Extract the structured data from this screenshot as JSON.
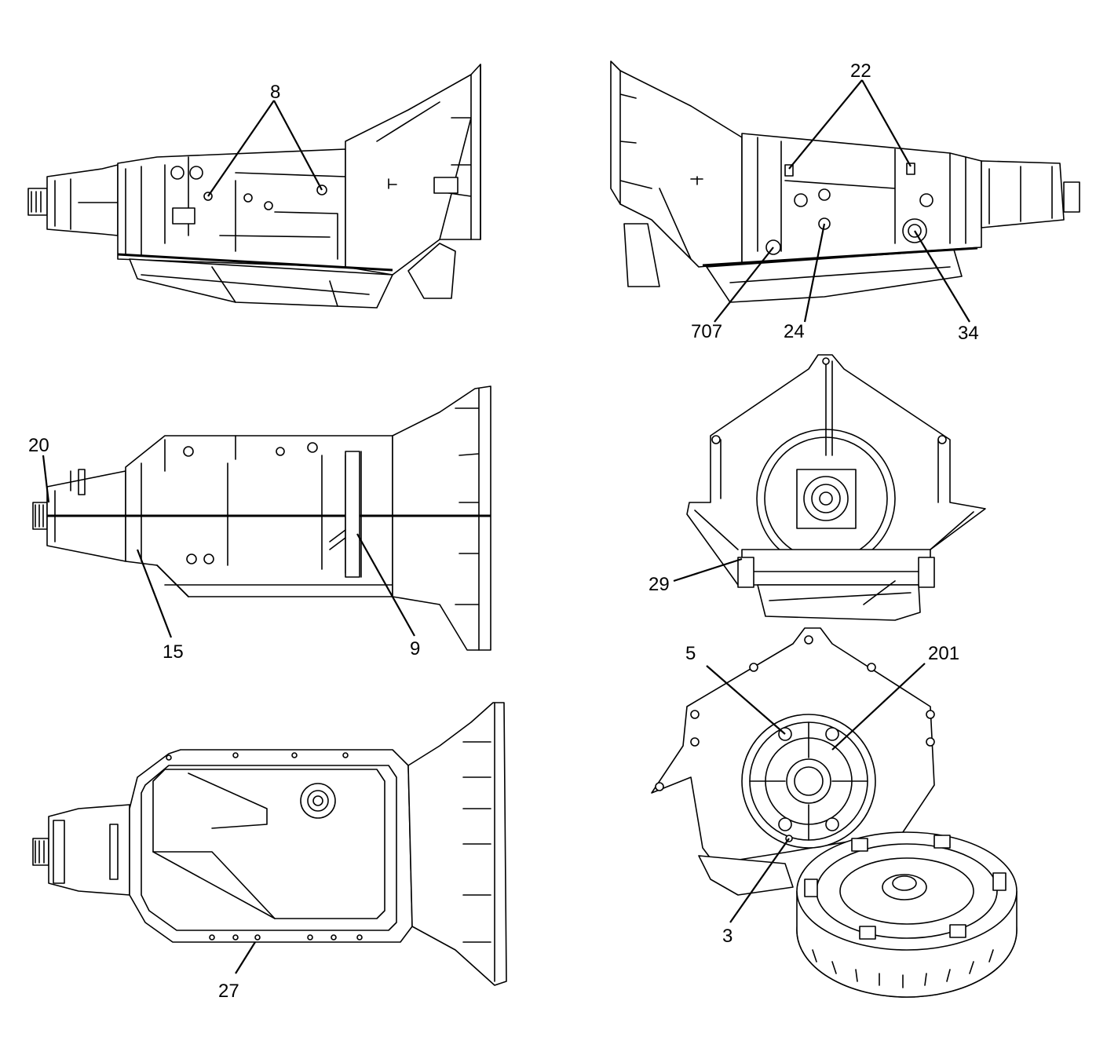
{
  "callouts": {
    "c8": "8",
    "c22": "22",
    "c707": "707",
    "c24": "24",
    "c34": "34",
    "c20": "20",
    "c15": "15",
    "c9": "9",
    "c29": "29",
    "c5": "5",
    "c201": "201",
    "c3": "3",
    "c27": "27"
  },
  "views": [
    "transmission-left-side",
    "transmission-right-side",
    "transmission-top",
    "transmission-rear",
    "transmission-bottom",
    "transmission-front-with-torque-converter"
  ]
}
